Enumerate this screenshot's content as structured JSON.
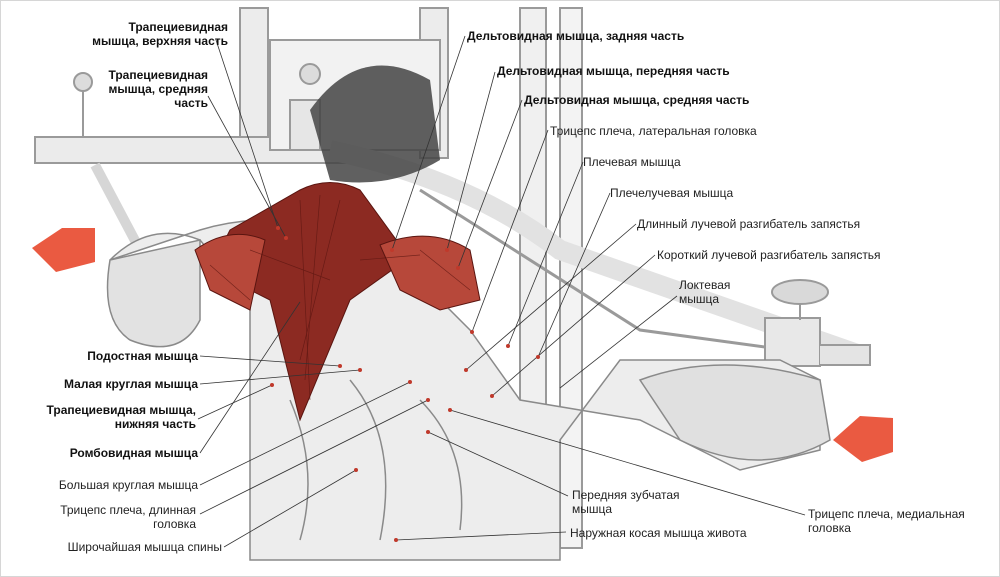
{
  "colors": {
    "muscle_red": "#8c2a22",
    "muscle_light": "#b7483a",
    "arrow_red": "#e8482c",
    "line": "#333333",
    "sketch": "#9a9a9a"
  },
  "labels": {
    "trap_upper": "Трапециевидная\nмышца, верхняя часть",
    "trap_middle": "Трапециевидная\nмышца, средняя\nчасть",
    "delt_rear": "Дельтовидная мышца, задняя часть",
    "delt_front": "Дельтовидная мышца, передняя часть",
    "delt_middle": "Дельтовидная мышца, средняя часть",
    "triceps_lateral": "Трицепс плеча, латеральная головка",
    "brachialis": "Плечевая  мышца",
    "brachioradialis": "Плечелучевая  мышца",
    "ext_carpi_longus": "Длинный лучевой разгибатель запястья",
    "ext_carpi_brevis": "Короткий лучевой разгибатель запястья",
    "ulnar": "Локтевая\nмышца",
    "infraspinatus": "Подостная мышца",
    "teres_minor": "Малая круглая мышца",
    "trap_lower": "Трапециевидная мышца,\nнижняя часть",
    "rhomboid": "Ромбовидная мышца",
    "teres_major": "Большая круглая мышца",
    "triceps_long": "Трицепс плеча, длинная\nголовка",
    "latissimus": "Широчайшая мышца спины",
    "serratus": "Передняя зубчатая\nмышца",
    "oblique": "Наружная косая мышца живота",
    "triceps_medial": "Трицепс плеча, медиальная\nголовка"
  }
}
